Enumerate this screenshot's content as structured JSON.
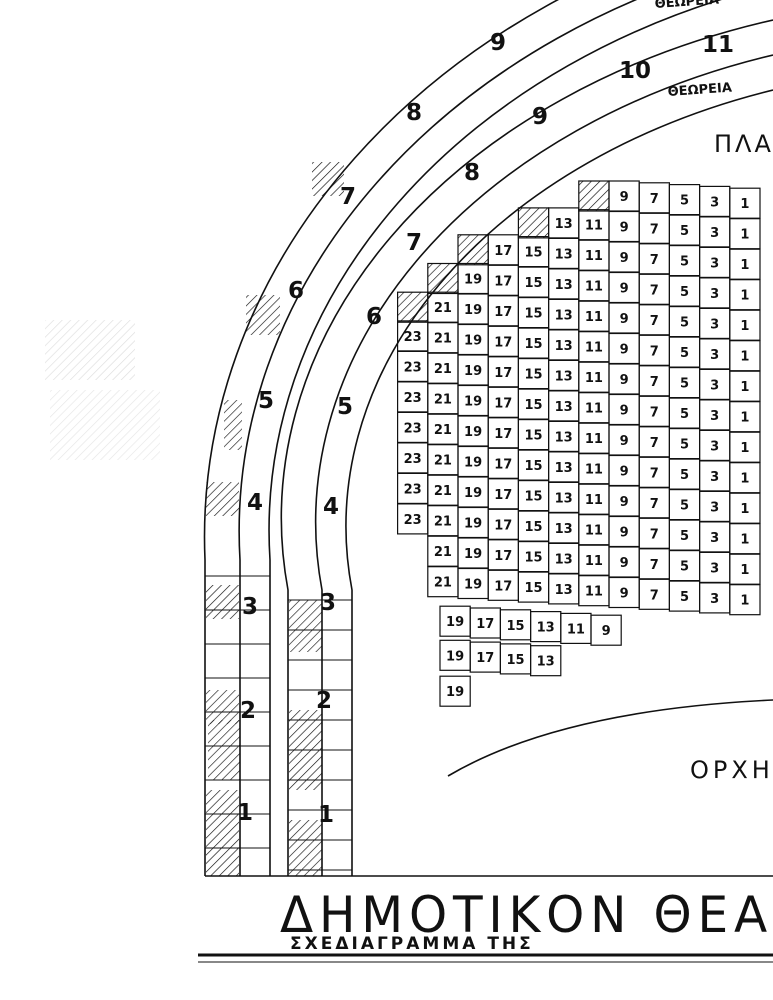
{
  "title": "ΔΗΜΟΤΙΚΟΝ ΘΕΑ",
  "subtitle": "ΣΧΕΔΙΑΓΡΑΜΜΑ ΤΗΣ",
  "plateia_label": "ΠΛΑ",
  "orchestra_label": "ΟΡΧΗ",
  "outer_balcony_label": "ΘΕΩΡΕΙΑ",
  "inner_balcony_label": "ΘΕΩΡΕΙΑ",
  "outer_box_numbers": [
    "1",
    "2",
    "3",
    "4",
    "5",
    "6",
    "7",
    "8",
    "9"
  ],
  "inner_box_numbers": [
    "1",
    "2",
    "3",
    "4",
    "5",
    "6",
    "7",
    "8",
    "9",
    "10",
    "11"
  ],
  "orchestra_rows": [
    [
      "9",
      "7",
      "5",
      "3",
      "1"
    ],
    [
      "13",
      "11",
      "9",
      "7",
      "5",
      "3",
      "1"
    ],
    [
      "17",
      "15",
      "13",
      "11",
      "9",
      "7",
      "5",
      "3",
      "1"
    ],
    [
      "19",
      "17",
      "15",
      "13",
      "11",
      "9",
      "7",
      "5",
      "3",
      "1"
    ],
    [
      "21",
      "19",
      "17",
      "15",
      "13",
      "11",
      "9",
      "7",
      "5",
      "3",
      "1"
    ],
    [
      "23",
      "21",
      "19",
      "17",
      "15",
      "13",
      "11",
      "9",
      "7",
      "5",
      "3",
      "1"
    ],
    [
      "23",
      "21",
      "19",
      "17",
      "15",
      "13",
      "11",
      "9",
      "7",
      "5",
      "3",
      "1"
    ],
    [
      "23",
      "21",
      "19",
      "17",
      "15",
      "13",
      "11",
      "9",
      "7",
      "5",
      "3",
      "1"
    ],
    [
      "23",
      "21",
      "19",
      "17",
      "15",
      "13",
      "11",
      "9",
      "7",
      "5",
      "3",
      "1"
    ],
    [
      "23",
      "21",
      "19",
      "17",
      "15",
      "13",
      "11",
      "9",
      "7",
      "5",
      "3",
      "1"
    ],
    [
      "23",
      "21",
      "19",
      "17",
      "15",
      "13",
      "11",
      "9",
      "7",
      "5",
      "3",
      "1"
    ],
    [
      "23",
      "21",
      "19",
      "17",
      "15",
      "13",
      "11",
      "9",
      "7",
      "5",
      "3",
      "1"
    ],
    [
      "21",
      "19",
      "17",
      "15",
      "13",
      "11",
      "9",
      "7",
      "5",
      "3",
      "1"
    ],
    [
      "21",
      "19",
      "17",
      "15",
      "13",
      "11",
      "9",
      "7",
      "5",
      "3",
      "1"
    ],
    [
      "19",
      "17",
      "15",
      "13",
      "11",
      "9"
    ],
    [
      "19",
      "17",
      "15",
      "13"
    ],
    [
      "19"
    ]
  ]
}
